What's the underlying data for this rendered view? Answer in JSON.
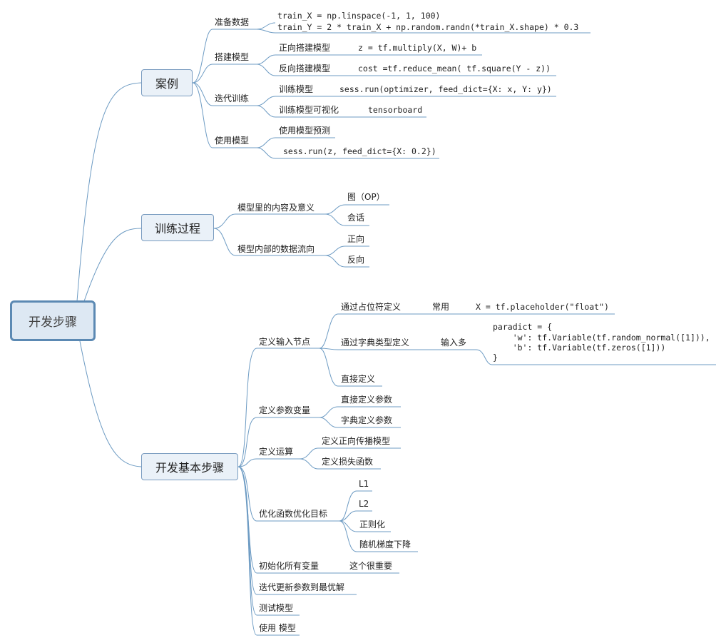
{
  "root": "开发步骤",
  "case": {
    "label": "案例",
    "prepare": {
      "label": "准备数据",
      "line1": "train_X = np.linspace(-1, 1, 100)",
      "line2": "train_Y = 2 * train_X + np.random.randn(*train_X.shape) * 0.3"
    },
    "build": {
      "label": "搭建模型",
      "forward": {
        "label": "正向搭建模型",
        "code": "z = tf.multiply(X, W)+ b"
      },
      "backward": {
        "label": "反向搭建模型",
        "code": "cost =tf.reduce_mean( tf.square(Y - z))"
      }
    },
    "iterate": {
      "label": "迭代训练",
      "train": {
        "label": "训练模型",
        "code": "sess.run(optimizer, feed_dict={X: x, Y: y})"
      },
      "visual": {
        "label": "训练模型可视化",
        "code": "tensorboard"
      }
    },
    "use": {
      "label": "使用模型",
      "predict": "使用模型预测",
      "code": "sess.run(z, feed_dict={X: 0.2})"
    }
  },
  "train": {
    "label": "训练过程",
    "content": {
      "label": "模型里的内容及意义",
      "graph": "图（OP）",
      "session": "会话"
    },
    "flow": {
      "label": "模型内部的数据流向",
      "forward": "正向",
      "backward": "反向"
    }
  },
  "steps": {
    "label": "开发基本步骤",
    "input": {
      "label": "定义输入节点",
      "placeholder": {
        "label": "通过占位符定义",
        "note": "常用",
        "code": "X = tf.placeholder(\"float\")"
      },
      "dict": {
        "label": "通过字典类型定义",
        "note": "输入多",
        "code1": "paradict = {",
        "code2": "    'w': tf.Variable(tf.random_normal([1])),",
        "code3": "    'b': tf.Variable(tf.zeros([1]))",
        "code4": "}"
      },
      "direct": "直接定义"
    },
    "params": {
      "label": "定义参数变量",
      "direct": "直接定义参数",
      "dict": "字典定义参数"
    },
    "ops": {
      "label": "定义运算",
      "forward": "定义正向传播模型",
      "loss": "定义损失函数"
    },
    "optim": {
      "label": "优化函数优化目标",
      "l1": "L1",
      "l2": "L2",
      "reg": "正则化",
      "sgd": "随机梯度下降"
    },
    "init": {
      "label": "初始化所有变量",
      "note": "这个很重要"
    },
    "update": "迭代更新参数到最优解",
    "test": "测试模型",
    "usemodel": "使用 模型"
  },
  "colors": {
    "line": "#6d9bc3",
    "root_border": "#5b89b3",
    "root_fill": "#dde8f3",
    "node_border": "#7a9cc0",
    "node_fill": "#eaf1f8"
  }
}
